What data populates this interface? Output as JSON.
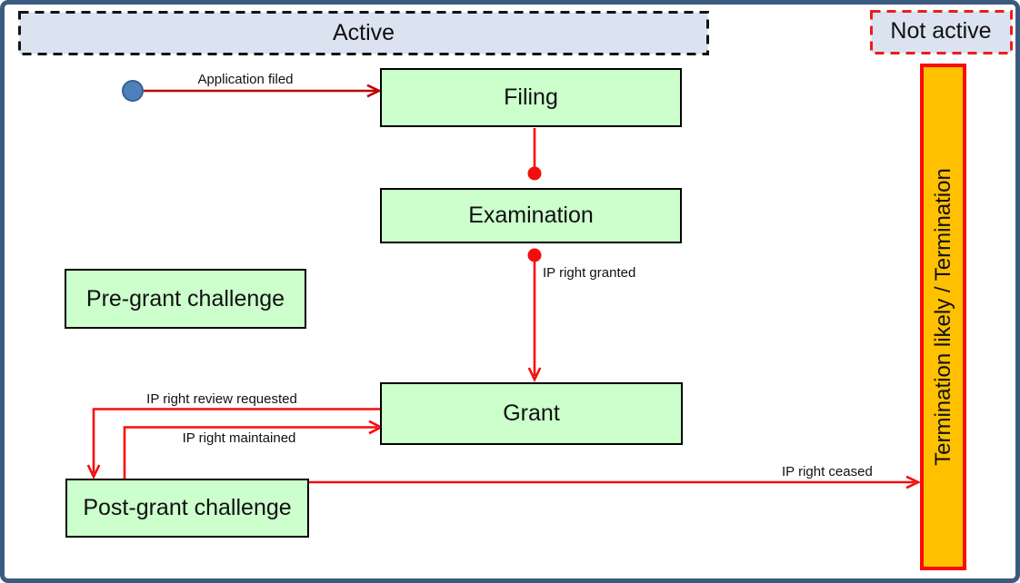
{
  "lanes": {
    "active": {
      "label": "Active"
    },
    "not_active": {
      "label": "Not active"
    }
  },
  "states": {
    "filing": {
      "label": "Filing"
    },
    "examination": {
      "label": "Examination"
    },
    "pre_grant_challenge": {
      "label": "Pre-grant challenge"
    },
    "grant": {
      "label": "Grant"
    },
    "post_grant_challenge": {
      "label": "Post-grant challenge"
    },
    "termination": {
      "label": "Termination likely / Termination"
    }
  },
  "transitions": {
    "application_filed": {
      "label": "Application filed",
      "from": "start",
      "to": "Filing"
    },
    "filing_to_examination": {
      "label": "",
      "from": "Filing",
      "to": "Examination"
    },
    "ip_right_granted": {
      "label": "IP right granted",
      "from": "Examination",
      "to": "Grant"
    },
    "ip_right_review_requested": {
      "label": "IP right review requested",
      "from": "Grant",
      "to": "Post-grant challenge"
    },
    "ip_right_maintained": {
      "label": "IP right maintained",
      "from": "Post-grant challenge",
      "to": "Grant"
    },
    "ip_right_ceased": {
      "label": "IP right ceased",
      "from": "Post-grant challenge",
      "to": "Termination likely / Termination"
    }
  },
  "icons": {
    "start_state": "filled-circle-initial-state",
    "junction_dot": "red-filled-dot"
  },
  "colors": {
    "background": "#ffffff",
    "frame_border": "#3b5a80",
    "lane_fill": "#dbe3f1",
    "active_border": "#141414",
    "not_active_border": "#ec1c1c",
    "state_fill": "#ccffcc",
    "state_border": "#000000",
    "termination_fill": "#ffc000",
    "termination_border": "#fa0a0a",
    "connector": "#f50d0d",
    "application_arrow": "#c00000",
    "start_fill": "#4e80bc",
    "start_border": "#38608e",
    "label_text": "#111111"
  }
}
